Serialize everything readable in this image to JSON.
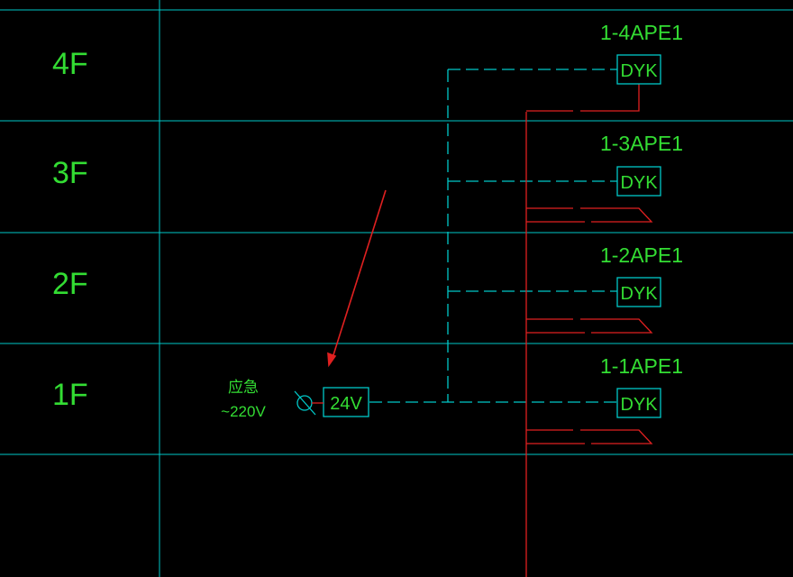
{
  "floors": [
    {
      "label": "4F"
    },
    {
      "label": "3F"
    },
    {
      "label": "2F"
    },
    {
      "label": "1F"
    }
  ],
  "panels": [
    {
      "name": "1-4APE1",
      "device": "DYK"
    },
    {
      "name": "1-3APE1",
      "device": "DYK"
    },
    {
      "name": "1-2APE1",
      "device": "DYK"
    },
    {
      "name": "1-1APE1",
      "device": "DYK"
    }
  ],
  "supply": {
    "label": "应急",
    "voltage": "~220V",
    "transformer": "24V"
  },
  "colors": {
    "background": "#000000",
    "grid": "#00c8c8",
    "text": "#33dd33",
    "power": "#e02020",
    "arrow": "#e02020"
  }
}
